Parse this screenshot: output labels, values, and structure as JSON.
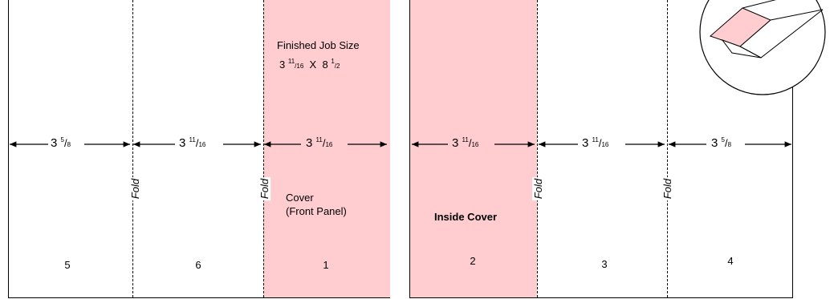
{
  "job": {
    "title": "Finished Job Size",
    "size": {
      "w_whole": "3",
      "w_num": "11",
      "w_den": "16",
      "x": "X",
      "h_whole": "8",
      "h_num": "1",
      "h_den": "2"
    }
  },
  "fold_label": "Fold",
  "dims": {
    "left": [
      {
        "whole": "3",
        "num": "5",
        "den": "8"
      },
      {
        "whole": "3",
        "num": "11",
        "den": "16"
      },
      {
        "whole": "3",
        "num": "11",
        "den": "16"
      }
    ],
    "right": [
      {
        "whole": "3",
        "num": "11",
        "den": "16"
      },
      {
        "whole": "3",
        "num": "11",
        "den": "16"
      },
      {
        "whole": "3",
        "num": "5",
        "den": "8"
      }
    ]
  },
  "panels": {
    "left_numbers": [
      "5",
      "6",
      "1"
    ],
    "right_numbers": [
      "2",
      "3",
      "4"
    ],
    "cover_line1": "Cover",
    "cover_line2": "(Front Panel)",
    "inside_cover": "Inside Cover"
  },
  "colors": {
    "pink": "#ffccd0",
    "line": "#000000"
  }
}
